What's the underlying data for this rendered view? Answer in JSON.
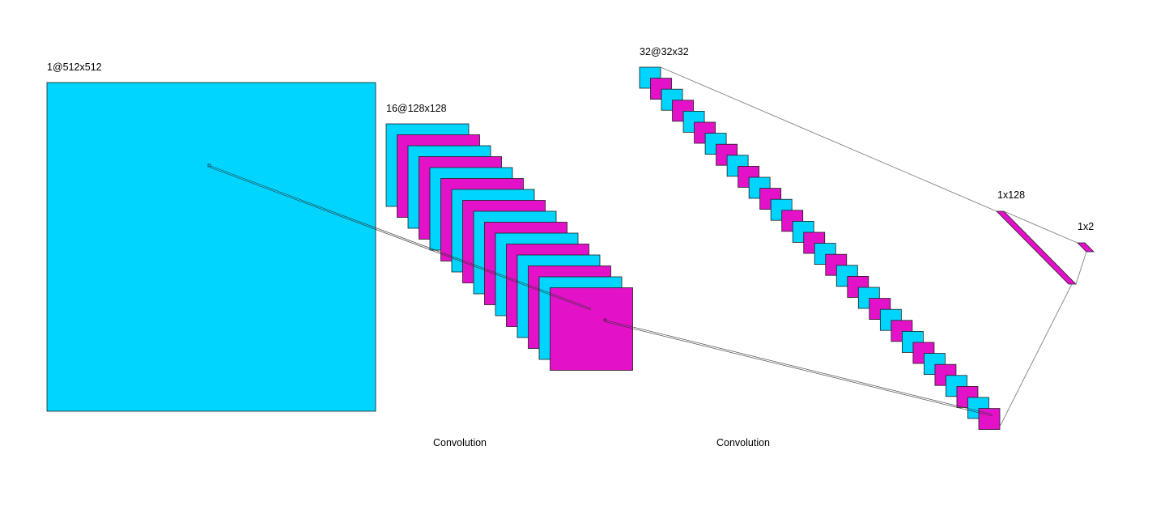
{
  "diagram": {
    "colors": {
      "cyan": "#00d5ff",
      "magenta": "#e312c8",
      "stroke": "#1f1f1f",
      "connector": "#808080"
    },
    "layers": [
      {
        "id": "input",
        "label": "1@512x512",
        "maps": 1
      },
      {
        "id": "conv1",
        "label": "16@128x128",
        "maps": 16
      },
      {
        "id": "conv2",
        "label": "32@32x32",
        "maps": 32
      },
      {
        "id": "fc1",
        "label": "1x128"
      },
      {
        "id": "output",
        "label": "1x2"
      }
    ],
    "operations": [
      {
        "id": "op1",
        "label": "Convolution"
      },
      {
        "id": "op2",
        "label": "Convolution"
      }
    ]
  }
}
